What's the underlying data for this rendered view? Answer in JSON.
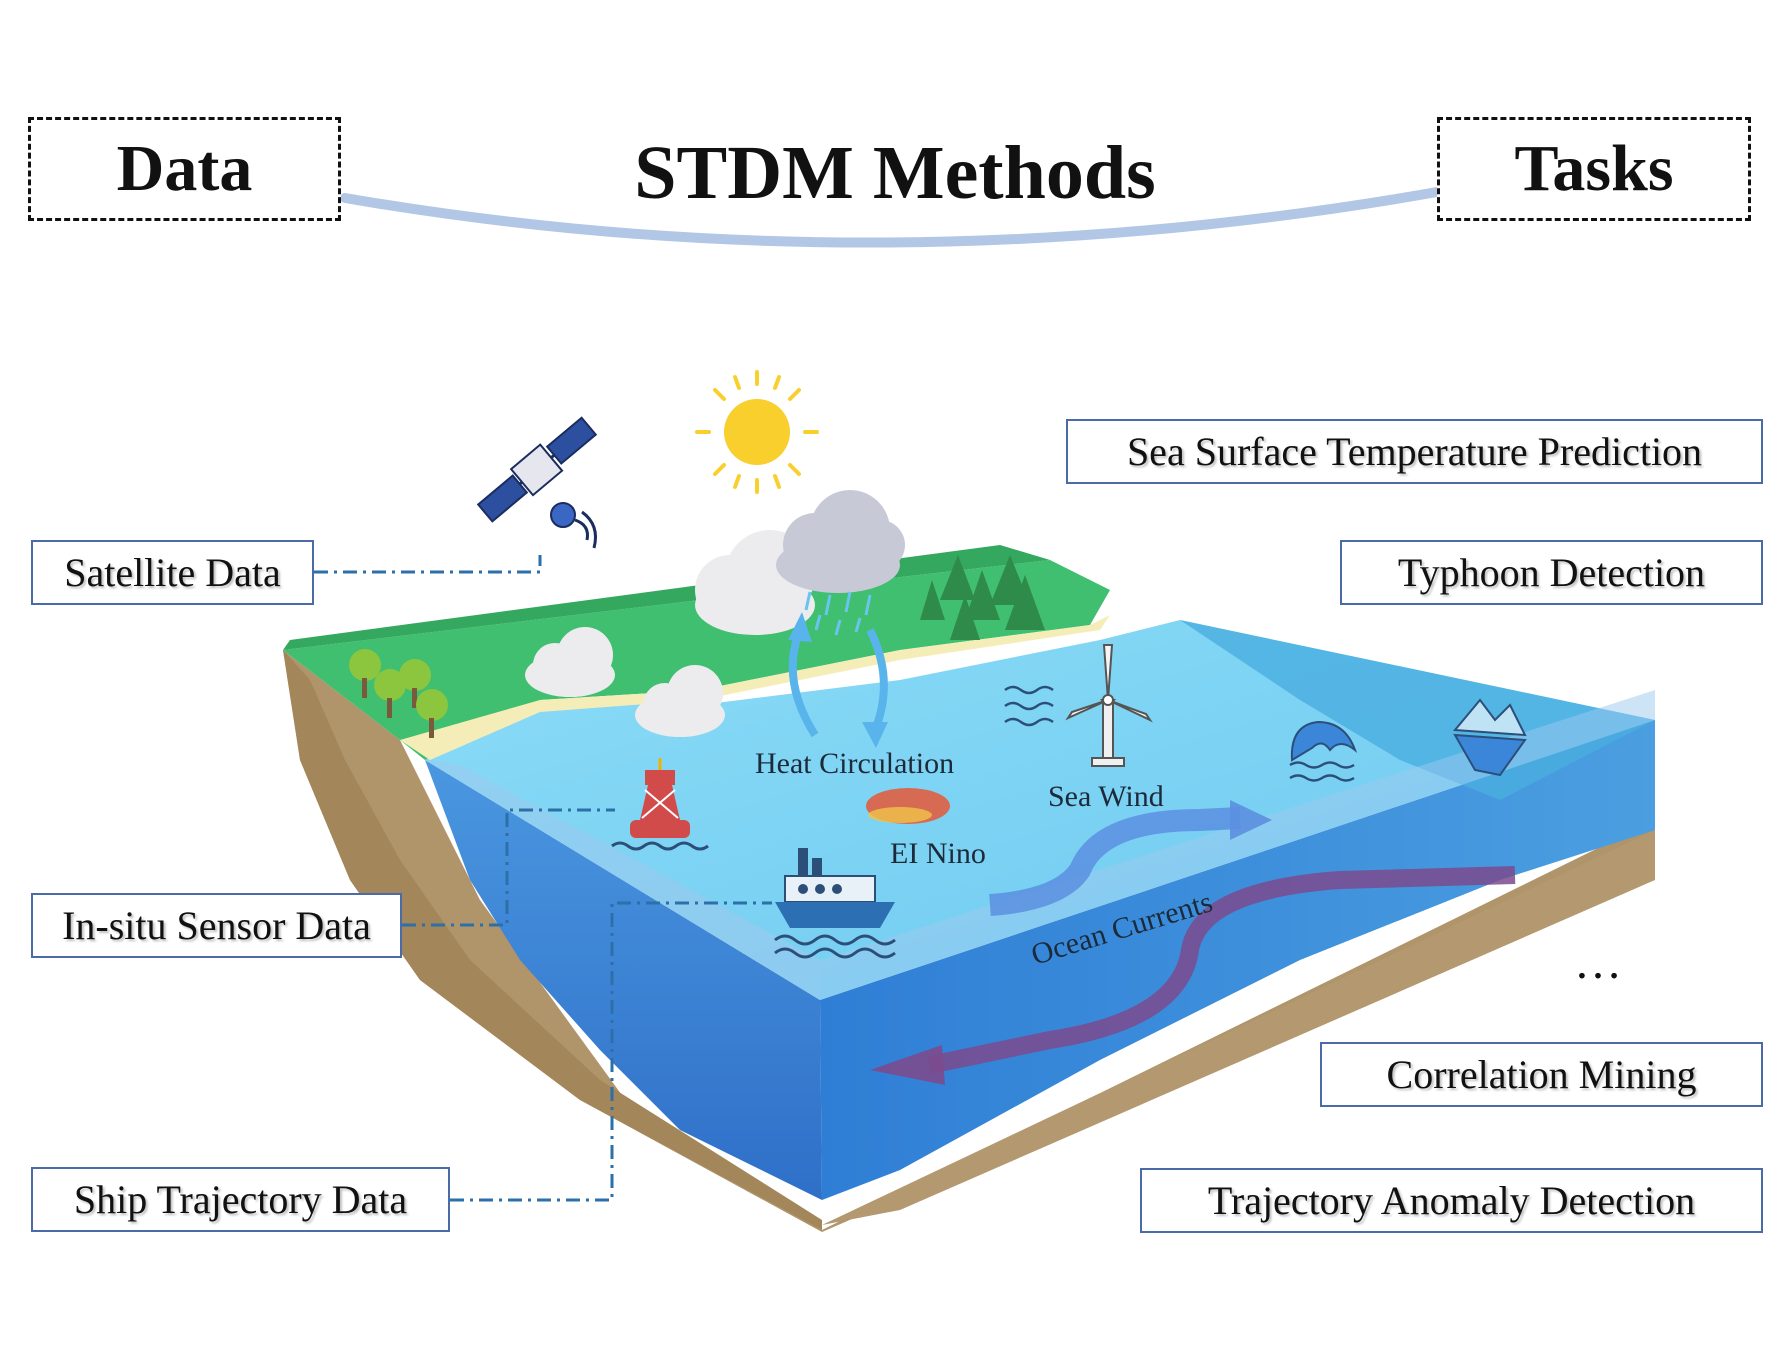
{
  "header": {
    "left_label": "Data",
    "title": "STDM Methods",
    "right_label": "Tasks"
  },
  "data_sources": [
    {
      "label": "Satellite Data"
    },
    {
      "label": "In-situ Sensor Data"
    },
    {
      "label": "Ship Trajectory Data"
    }
  ],
  "tasks": [
    {
      "label": "Sea Surface Temperature Prediction"
    },
    {
      "label": "Typhoon Detection"
    },
    {
      "label": "Correlation Mining"
    },
    {
      "label": "Trajectory Anomaly Detection"
    }
  ],
  "ellipsis": "…",
  "scene": {
    "heat_circulation": "Heat Circulation",
    "sea_wind": "Sea Wind",
    "el_nino": "EI Nino",
    "ocean_currents": "Ocean Currents"
  },
  "colors": {
    "land": "#3fbf6f",
    "soil": "#b0946a",
    "sea_surface": "#7fd4f4",
    "sea_deep": "#3b86d8",
    "connector": "#2d6fa8",
    "arc": "#b2c6e6",
    "current_warm": "#7b4a8e"
  }
}
